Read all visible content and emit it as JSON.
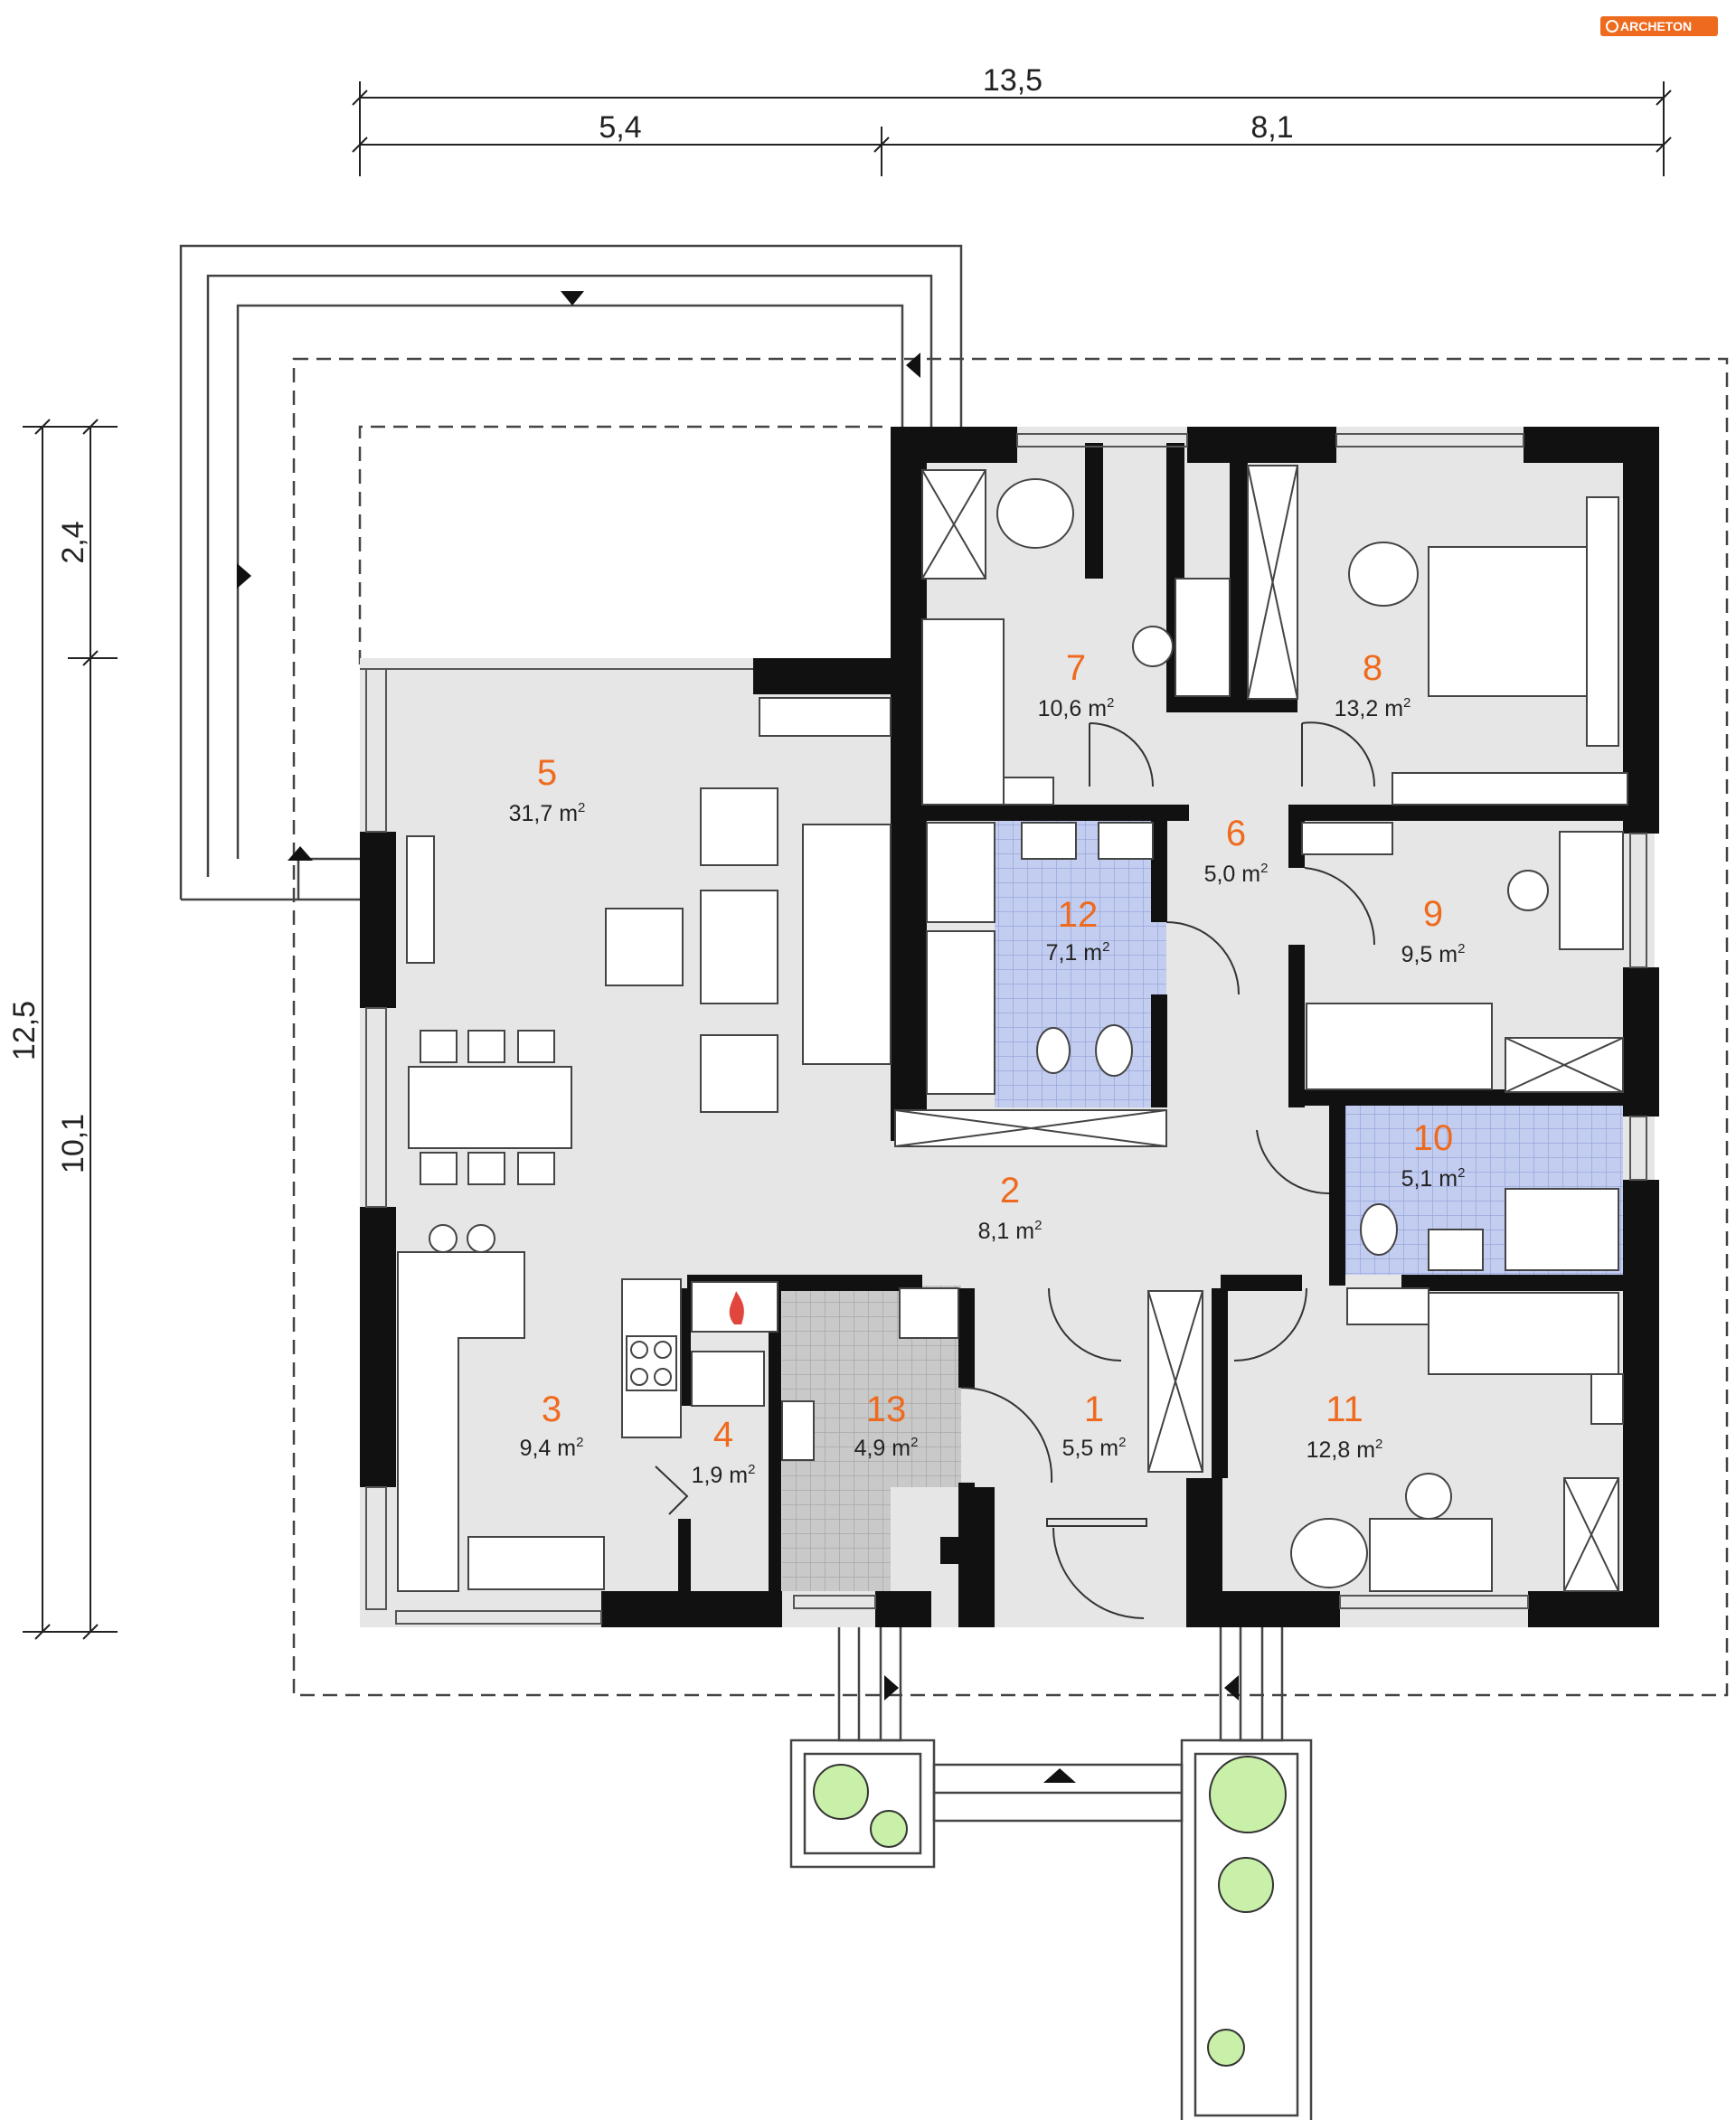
{
  "brand": {
    "logo_text": "ARCHETON",
    "color": "#ee6a1e"
  },
  "dimensions": {
    "overall_width": "13,5",
    "left_width": "5,4",
    "right_width": "8,1",
    "overall_depth": "12,5",
    "terrace_depth": "2,4",
    "house_depth": "10,1"
  },
  "area_unit": "m",
  "rooms": [
    {
      "number": "1",
      "area": "5,5 m"
    },
    {
      "number": "2",
      "area": "8,1 m"
    },
    {
      "number": "3",
      "area": "9,4 m"
    },
    {
      "number": "4",
      "area": "1,9 m"
    },
    {
      "number": "5",
      "area": "31,7 m"
    },
    {
      "number": "6",
      "area": "5,0 m"
    },
    {
      "number": "7",
      "area": "10,6 m"
    },
    {
      "number": "8",
      "area": "13,2 m"
    },
    {
      "number": "9",
      "area": "9,5 m"
    },
    {
      "number": "10",
      "area": "5,1 m"
    },
    {
      "number": "11",
      "area": "12,8 m"
    },
    {
      "number": "12",
      "area": "7,1 m"
    },
    {
      "number": "13",
      "area": "4,9 m"
    }
  ],
  "colors": {
    "floor": "#e6e6e6",
    "wall": "#111111",
    "bathroom_tile": "#c3cdf0",
    "utility_tile": "#c9c9c9",
    "room_number": "#ee6a1e",
    "plant": "#c8f0a8"
  }
}
